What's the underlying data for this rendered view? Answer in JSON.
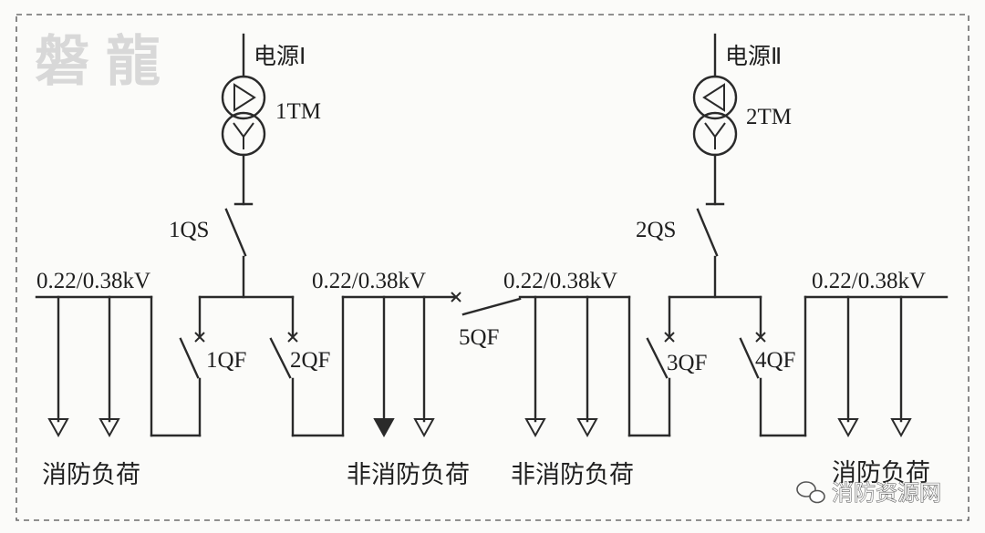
{
  "watermark_logo": "磐龍",
  "sources": [
    {
      "label": "电源Ⅰ",
      "transformer": "1TM",
      "disconnector": "1QS"
    },
    {
      "label": "电源Ⅱ",
      "transformer": "2TM",
      "disconnector": "2QS"
    }
  ],
  "voltage_labels": [
    "0.22/0.38kV",
    "0.22/0.38kV",
    "0.22/0.38kV",
    "0.22/0.38kV"
  ],
  "breakers": [
    "1QF",
    "2QF",
    "5QF",
    "3QF",
    "4QF"
  ],
  "load_labels": [
    "消防负荷",
    "非消防负荷",
    "非消防负荷",
    "消防负荷"
  ],
  "footer_watermark": "消防资源网"
}
